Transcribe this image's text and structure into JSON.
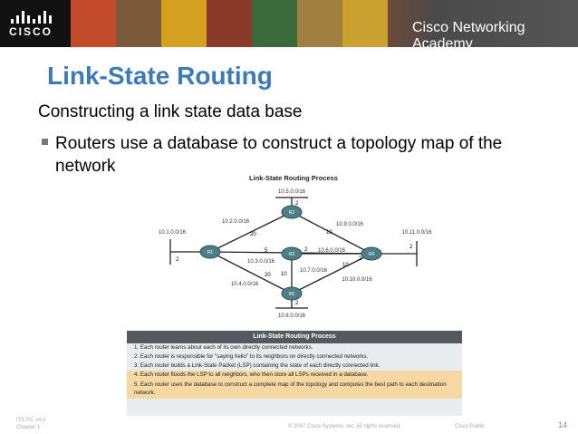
{
  "header": {
    "logo_text": "CISCO",
    "academy_text": "Cisco Networking Academy",
    "photo_colors": [
      "#c44a2c",
      "#7a5a3a",
      "#d4a020",
      "#8a3a2a",
      "#3a6a3a",
      "#a08040",
      "#caa030",
      "#6a4a3a"
    ]
  },
  "slide": {
    "title": "Link-State Routing",
    "subtitle": "Constructing a link state data base",
    "bullet": "Routers use a database to construct a topology map of the network"
  },
  "diagram": {
    "title": "Link-State Routing Process",
    "routers": [
      "R1",
      "R2",
      "R3",
      "R4",
      "R5"
    ],
    "networks": [
      "10.5.0.0/16",
      "10.2.0.0/16",
      "10.9.0.0/16",
      "10.1.0.0/16",
      "10.11.0.0/16",
      "10.6.0.0/16",
      "10.3.0.0/16",
      "10.7.0.0/16",
      "10.10.0.0/16",
      "10.4.0.0/16",
      "10.8.0.0/16"
    ],
    "costs": [
      "2",
      "20",
      "10",
      "2",
      "5",
      "2",
      "2",
      "20",
      "10",
      "10",
      "2",
      "2"
    ]
  },
  "process_table": {
    "title": "Link-State Routing Process",
    "steps": [
      "1.  Each router learns about each of its own directly connected networks.",
      "2.  Each router is responsible for \"saying hello\" to its neighbors on directly connected networks.",
      "3.  Each router builds a Link-State Packet (LSP) containing the state of each directly connected link.",
      "4.  Each router floods the LSP to all neighbors, who then store all LSPs received in a database.",
      "5.  Each router uses the database to construct a complete map of the topology and computes the best path to each destination network."
    ]
  },
  "footer": {
    "course": "ITE PC v4.0",
    "chapter": "Chapter 1",
    "copyright": "© 2007 Cisco Systems, Inc. All rights reserved.",
    "classification": "Cisco Public",
    "page_number": "14"
  }
}
